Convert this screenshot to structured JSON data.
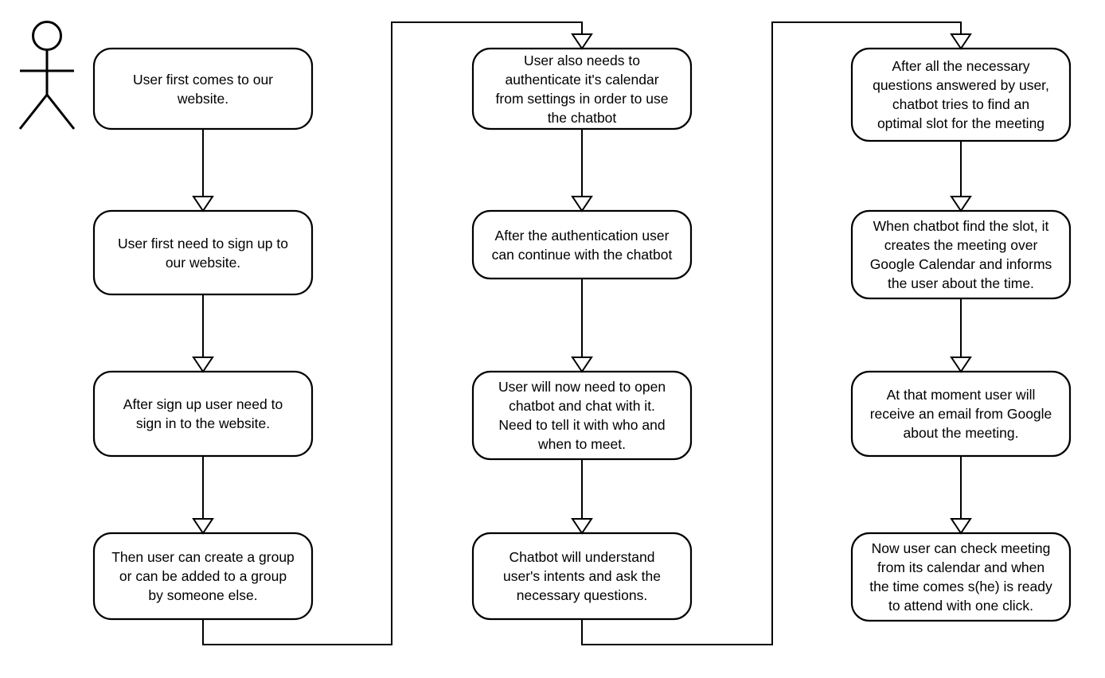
{
  "diagram": {
    "type": "activity-flowchart",
    "title": "Chatbot meeting scheduling user flow",
    "background_color": "#ffffff",
    "stroke_color": "#000000",
    "node_fill_color": "#ffffff",
    "arrowhead_style": "open-triangle",
    "actor": {
      "name": "user-actor",
      "shape": "stick-figure"
    },
    "columns": [
      {
        "name": "column-1",
        "nodes": [
          {
            "id": "n1",
            "text": "User  first comes to our\nwebsite."
          },
          {
            "id": "n2",
            "text": "User first need to sign up to\nour website."
          },
          {
            "id": "n3",
            "text": "After sign up user need to\nsign in to the website."
          },
          {
            "id": "n4",
            "text": "Then user can create a group\nor can be added to a group\nby someone else."
          }
        ]
      },
      {
        "name": "column-2",
        "nodes": [
          {
            "id": "n5",
            "text": "User also needs to\nauthenticate it's calendar\nfrom settings in order to use\nthe chatbot"
          },
          {
            "id": "n6",
            "text": "After the authentication user\ncan continue with the chatbot"
          },
          {
            "id": "n7",
            "text": "User will now need to open\nchatbot and chat with it.\nNeed to tell it with who and\nwhen to meet."
          },
          {
            "id": "n8",
            "text": "Chatbot will understand\nuser's intents and ask the\nnecessary questions."
          }
        ]
      },
      {
        "name": "column-3",
        "nodes": [
          {
            "id": "n9",
            "text": "After all the necessary\nquestions answered by user,\nchatbot tries to find an\noptimal slot for the meeting"
          },
          {
            "id": "n10",
            "text": "When chatbot find the slot, it\ncreates the meeting over\nGoogle Calendar and informs\nthe user about the time."
          },
          {
            "id": "n11",
            "text": "At that moment user will\nreceive an email from Google\nabout the meeting."
          },
          {
            "id": "n12",
            "text": "Now user can check meeting\nfrom its calendar and when\nthe time comes s(he) is ready\nto attend with one click."
          }
        ]
      }
    ],
    "edges": [
      {
        "name": "edge-n1-n2",
        "from": "n1",
        "to": "n2",
        "kind": "straight-down"
      },
      {
        "name": "edge-n2-n3",
        "from": "n2",
        "to": "n3",
        "kind": "straight-down"
      },
      {
        "name": "edge-n3-n4",
        "from": "n3",
        "to": "n4",
        "kind": "straight-down"
      },
      {
        "name": "edge-n4-n5",
        "from": "n4",
        "to": "n5",
        "kind": "wrap-around"
      },
      {
        "name": "edge-n5-n6",
        "from": "n5",
        "to": "n6",
        "kind": "straight-down"
      },
      {
        "name": "edge-n6-n7",
        "from": "n6",
        "to": "n7",
        "kind": "straight-down"
      },
      {
        "name": "edge-n7-n8",
        "from": "n7",
        "to": "n8",
        "kind": "straight-down"
      },
      {
        "name": "edge-n8-n9",
        "from": "n8",
        "to": "n9",
        "kind": "wrap-around"
      },
      {
        "name": "edge-n9-n10",
        "from": "n9",
        "to": "n10",
        "kind": "straight-down"
      },
      {
        "name": "edge-n10-n11",
        "from": "n10",
        "to": "n11",
        "kind": "straight-down"
      },
      {
        "name": "edge-n11-n12",
        "from": "n11",
        "to": "n12",
        "kind": "straight-down"
      }
    ]
  }
}
